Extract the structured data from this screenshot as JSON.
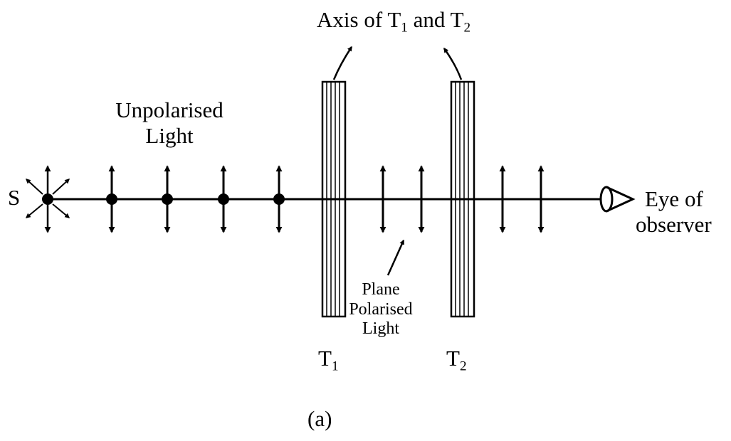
{
  "labels": {
    "axis_prefix": "Axis of T",
    "axis_sub1": "1",
    "axis_mid": " and T",
    "axis_sub2": "2",
    "unpolarised_line1": "Unpolarised",
    "unpolarised_line2": "Light",
    "source": "S",
    "eye_line1": "Eye of",
    "eye_line2": "observer",
    "plane_line1": "Plane",
    "plane_line2": "Polarised",
    "plane_line3": "Light",
    "t1_letter": "T",
    "t1_sub": "1",
    "t2_letter": "T",
    "t2_sub": "2",
    "caption": "(a)"
  },
  "colors": {
    "stroke": "#000000",
    "background": "#ffffff"
  }
}
